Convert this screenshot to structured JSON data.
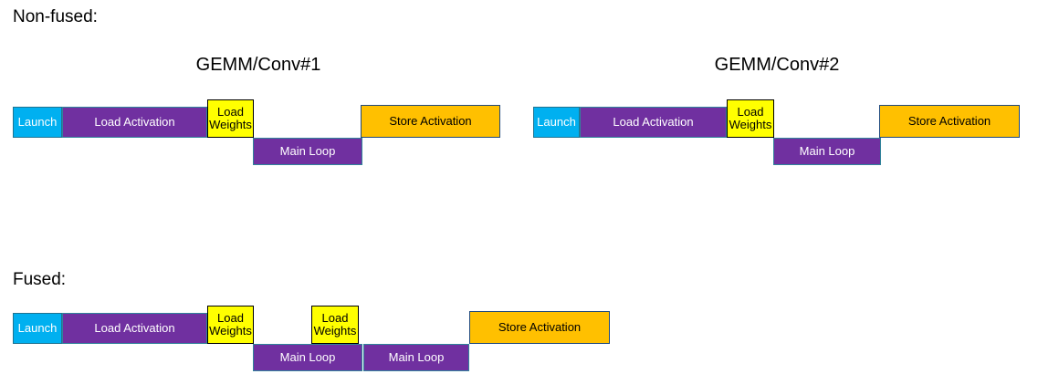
{
  "sections": [
    {
      "key": "nonfused",
      "label": "Non-fused:"
    },
    {
      "key": "fused",
      "label": "Fused:"
    }
  ],
  "group_titles": [
    {
      "label": "GEMM/Conv#1"
    },
    {
      "label": "GEMM/Conv#2"
    }
  ],
  "colors": {
    "launch": "#00B0F0",
    "compute": "#7030A0",
    "weights": "#FFFF00",
    "store": "#FFC000",
    "text_dark": "#000000",
    "text_light": "#FFFFFF",
    "background": "#FFFFFF"
  },
  "nonfused": {
    "group1": {
      "launch": "Launch",
      "load_activation": "Load Activation",
      "load_weights": "Load Weights",
      "main_loop": "Main Loop",
      "store_activation": "Store Activation"
    },
    "group2": {
      "launch": "Launch",
      "load_activation": "Load Activation",
      "load_weights": "Load Weights",
      "main_loop": "Main Loop",
      "store_activation": "Store Activation"
    }
  },
  "fused": {
    "launch": "Launch",
    "load_activation": "Load Activation",
    "load_weights_1": "Load Weights",
    "load_weights_2": "Load Weights",
    "main_loop_1": "Main Loop",
    "main_loop_2": "Main Loop",
    "store_activation": "Store Activation"
  }
}
